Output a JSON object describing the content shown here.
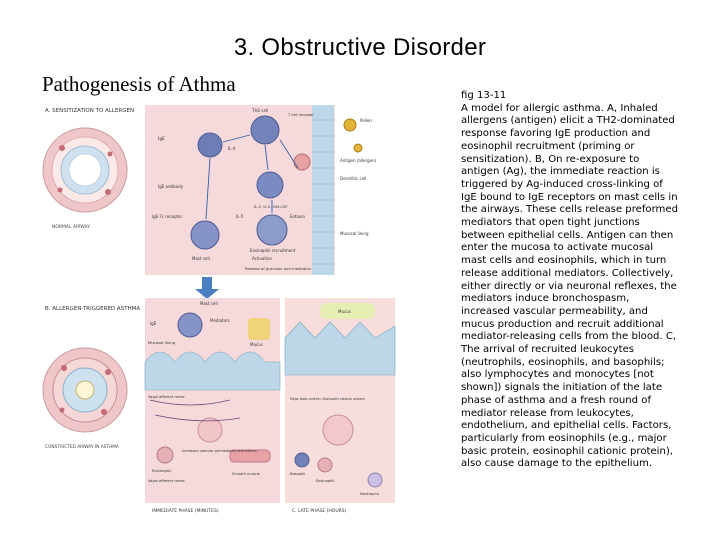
{
  "slide": {
    "title": "3. Obstructive Disorder",
    "subtitle": "Pathogenesis of Athma"
  },
  "figure": {
    "panel_a_label": "A. SENSITIZATION TO ALLERGEN",
    "panel_b_label": "B. ALLERGEN-TRIGGERED ASTHMA",
    "normal_airway": "NORMAL AIRWAY",
    "constricted_airway": "CONSTRICTED AIRWAY IN ASTHMA",
    "immediate_phase": "IMMEDIATE PHASE (MINUTES)",
    "late_phase": "C. LATE PHASE (HOURS)",
    "labels": {
      "th2": "TH2 cell",
      "ige": "IgE",
      "il4": "IL-4",
      "cytokines": "IL-3, IL-5, GM-CSF",
      "ige_antibody": "IgE antibody",
      "ige_fc": "IgE Fc receptor",
      "il5": "IL-5",
      "mast_cell": "Mast cell",
      "eos_recruit": "Eosinophil recruitment",
      "activation": "Activation",
      "release": "Release of granules and mediators",
      "tcell_receptor": "T cell receptor",
      "pollen": "Pollen",
      "antigen": "Antigen (allergen)",
      "dendritic": "Dendritic cell",
      "eotaxin": "Eotaxin",
      "mucosal_lining": "Mucosal lining",
      "mast_cell_b": "Mast cell",
      "mediators": "Mediators",
      "ige_b": "IgE",
      "mucus": "Mucus",
      "mucosal_lining_b": "Mucosal lining",
      "vagal_nerve": "Vagal afferent nerve",
      "eosinophil": "Eosinophil",
      "vascular": "Increased vascular permeability and edema",
      "vagal_efferent": "Vagal efferent nerve",
      "smooth_muscle": "Smooth muscle",
      "major_basic": "Major basic protein, Eosinophil cationic protein",
      "basophil": "Basophil",
      "eosinophil_c": "Eosinophil",
      "neutrophil": "Neutrophil",
      "mucus_c": "Mucus"
    }
  },
  "caption": {
    "fig": "fig 13-11",
    "body": "A model for allergic asthma. A, Inhaled allergens (antigen) elicit a TH2-dominated response favoring IgE production and eosinophil recruitment (priming or sensitization). B, On re-exposure to antigen (Ag), the immediate reaction is triggered by Ag-induced cross-linking of IgE bound to IgE receptors on mast cells in the airways. These cells release preformed mediators that open tight junctions between epithelial cells. Antigen can then enter the mucosa to activate mucosal mast cells and eosinophils, which in turn release additional mediators. Collectively, either directly or via neuronal reflexes, the mediators induce bronchospasm, increased vascular permeability, and mucus production and recruit additional mediator-releasing cells from the blood. C, The arrival of recruited leukocytes (neutrophils, eosinophils, and basophils; also lymphocytes and monocytes [not shown]) signals the initiation of the late phase of asthma and a fresh round of mediator release from leukocytes, endothelium, and epithelial cells. Factors, particularly from eosinophils (e.g., major basic protein, eosinophil cationic protein), also cause damage to the epithelium."
  },
  "colors": {
    "tissue_pink": "#f2d4d6",
    "epithelium_blue": "#b9d6e8",
    "cell_blue": "#6f7fb8",
    "arrow_blue": "#4a7fc1",
    "mucus": "#e6eeb4",
    "pollen": "#e3b43a"
  }
}
